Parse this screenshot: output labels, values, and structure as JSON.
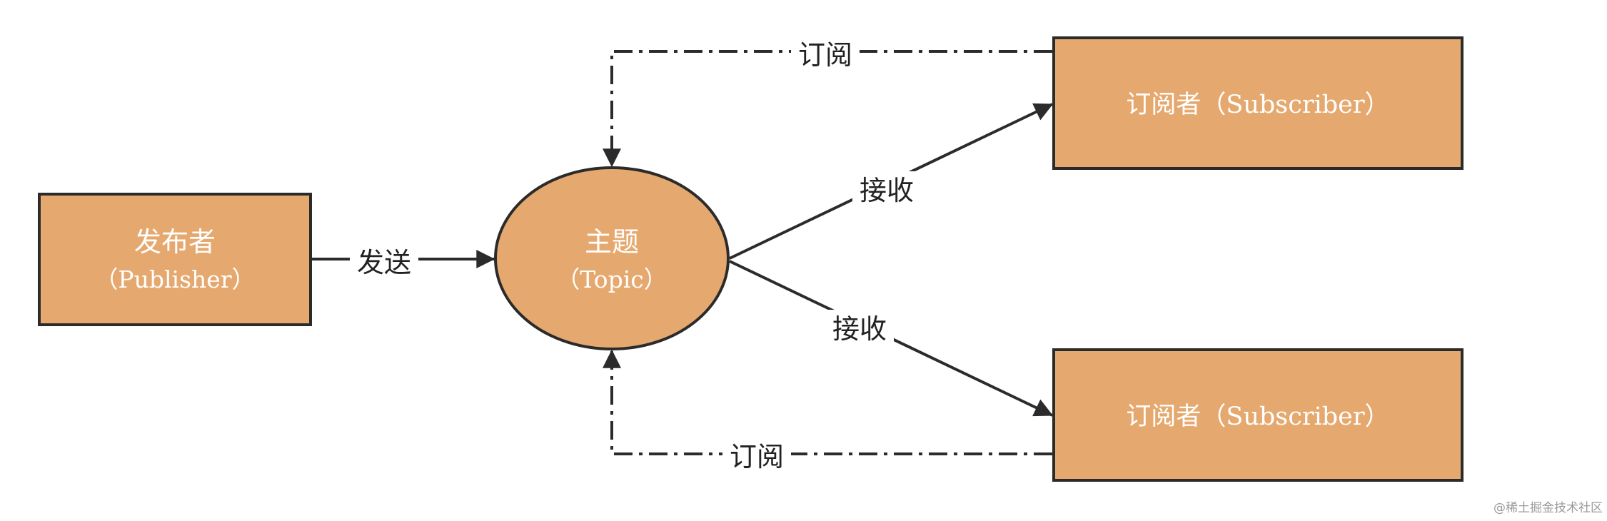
{
  "colors": {
    "node_fill": "#E5A96F",
    "stroke": "#2b2b2b",
    "label_bg": "#ffffff"
  },
  "nodes": {
    "publisher": {
      "title": "发布者",
      "subtitle": "（Publisher）"
    },
    "topic": {
      "title": "主题",
      "subtitle": "（Topic）"
    },
    "subscriber_top": {
      "label": "订阅者（Subscriber）"
    },
    "subscriber_bottom": {
      "label": "订阅者（Subscriber）"
    }
  },
  "edges": {
    "send": "发送",
    "receive_top": "接收",
    "receive_bottom": "接收",
    "subscribe_top": "订阅",
    "subscribe_bottom": "订阅"
  },
  "watermark": "@稀土掘金技术社区"
}
